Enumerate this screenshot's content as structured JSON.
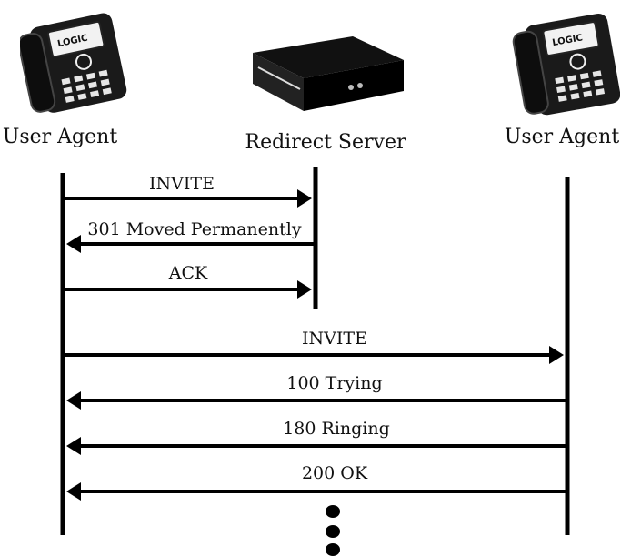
{
  "entities": [
    {
      "label": "User Agent",
      "icon": "desk-phone-icon"
    },
    {
      "label": "Redirect Server",
      "icon": "server-box-icon"
    },
    {
      "label": "User Agent",
      "icon": "desk-phone-icon"
    }
  ],
  "messages": [
    {
      "label": "INVITE",
      "from": 0,
      "to": 1
    },
    {
      "label": "301 Moved Permanently",
      "from": 1,
      "to": 0
    },
    {
      "label": "ACK",
      "from": 0,
      "to": 1
    },
    {
      "label": "INVITE",
      "from": 0,
      "to": 2
    },
    {
      "label": "100 Trying",
      "from": 2,
      "to": 0
    },
    {
      "label": "180 Ringing",
      "from": 2,
      "to": 0
    },
    {
      "label": "200 OK",
      "from": 2,
      "to": 0
    }
  ],
  "colors": {
    "line": "#000000",
    "background": "#ffffff"
  }
}
